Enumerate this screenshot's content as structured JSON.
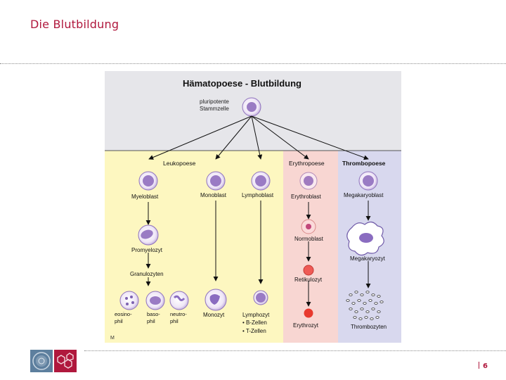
{
  "slide": {
    "title": "Die Blutbildung",
    "page_number": "6"
  },
  "figure": {
    "heading": "Hämatopoese - Blutbildung",
    "stem_cell_line1": "pluripotente",
    "stem_cell_line2": "Stammzelle",
    "sections": {
      "leukopoese": "Leukopoese",
      "erythropoese": "Erythropoese",
      "thrombopoese": "Thrombopoese"
    },
    "cells": {
      "myeloblast": "Myeloblast",
      "monoblast": "Monoblast",
      "lymphoblast": "Lymphoblast",
      "erythroblast": "Erythroblast",
      "megakaryoblast": "Megakaryoblast",
      "promyelozyt": "Promyelozyt",
      "normoblast": "Normoblast",
      "megakaryozyt": "Megakaryozyt",
      "granulozyten": "Granulozyten",
      "retikulozyt": "Retikulozyt",
      "eosinophil_1": "eosino-",
      "eosinophil_2": "phil",
      "basophil_1": "baso-",
      "basophil_2": "phil",
      "neutrophil_1": "neutro-",
      "neutrophil_2": "phil",
      "monozyt": "Monozyt",
      "lymphozyt": "Lymphozyt",
      "b_zellen": "• B-Zellen",
      "t_zellen": "• T-Zellen",
      "erythrozyt": "Erythrozyt",
      "thrombozyten": "Thrombozyten"
    },
    "corner_mark": "M"
  },
  "colors": {
    "accent": "#b0183d",
    "stem_band": "#e6e6ea",
    "leuko_band": "#fdf7c0",
    "erythro_band": "#f8d6d2",
    "thrombo_band": "#d8d8ee",
    "cell_violet": "#9a7bc4",
    "erythro_red": "#e8392e"
  },
  "icons": [
    "university-seal-icon",
    "molecule-logo-icon",
    "arrow-down-icon"
  ]
}
